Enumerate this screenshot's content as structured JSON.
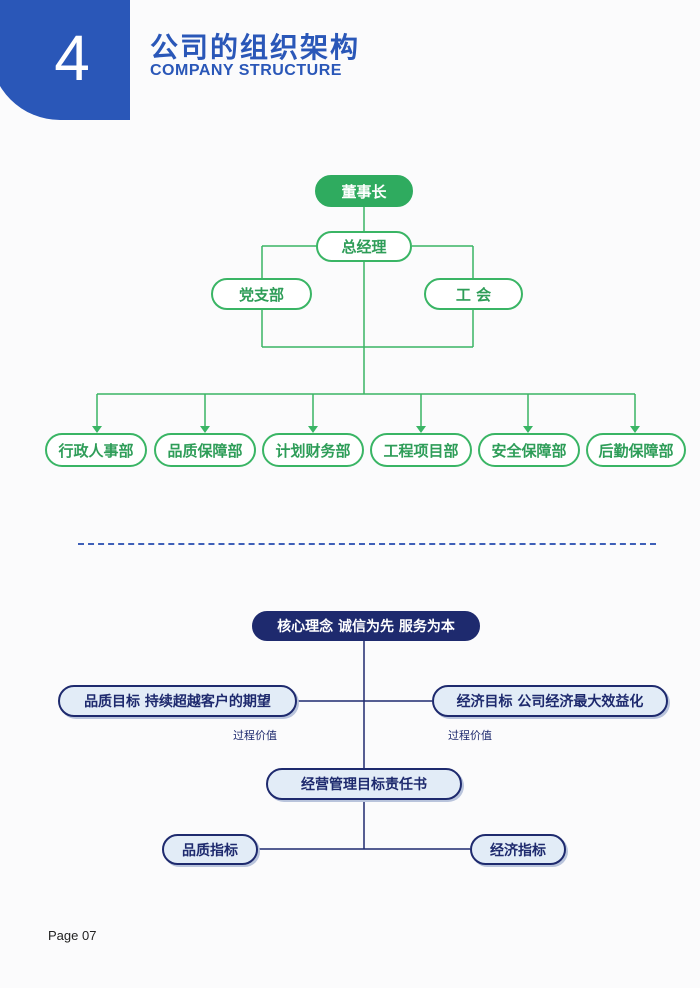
{
  "header": {
    "section_number": "4",
    "title_cn": "公司的组织架构",
    "title_en": "COMPANY STRUCTURE"
  },
  "org_chart": {
    "chairman": "董事长",
    "general_manager": "总经理",
    "branches": [
      "党支部",
      "工  会"
    ],
    "departments": [
      "行政人事部",
      "品质保障部",
      "计划财务部",
      "工程项目部",
      "安全保障部",
      "后勤保障部"
    ]
  },
  "core_chart": {
    "core_concept": "核心理念  诚信为先  服务为本",
    "quality_goal": "品质目标  持续超越客户的期望",
    "economic_goal": "经济目标  公司经济最大效益化",
    "process_value_left": "过程价值",
    "process_value_right": "过程价值",
    "responsibility": "经营管理目标责任书",
    "quality_index": "品质指标",
    "economic_index": "经济指标"
  },
  "footer": {
    "page_label": "Page 07"
  },
  "colors": {
    "primary_blue": "#2a57b8",
    "green": "#2fab5f",
    "navy": "#1e2a6e"
  }
}
